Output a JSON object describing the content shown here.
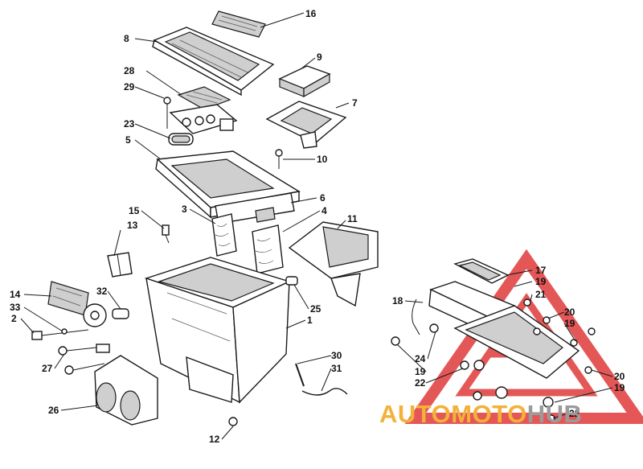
{
  "callouts": [
    {
      "id": "c16",
      "label": "16"
    },
    {
      "id": "c8",
      "label": "8"
    },
    {
      "id": "c9",
      "label": "9"
    },
    {
      "id": "c28",
      "label": "28"
    },
    {
      "id": "c29",
      "label": "29"
    },
    {
      "id": "c7",
      "label": "7"
    },
    {
      "id": "c23",
      "label": "23"
    },
    {
      "id": "c5",
      "label": "5"
    },
    {
      "id": "c10",
      "label": "10"
    },
    {
      "id": "c6",
      "label": "6"
    },
    {
      "id": "c15",
      "label": "15"
    },
    {
      "id": "c3",
      "label": "3"
    },
    {
      "id": "c4",
      "label": "4"
    },
    {
      "id": "c11",
      "label": "11"
    },
    {
      "id": "c13",
      "label": "13"
    },
    {
      "id": "c17",
      "label": "17"
    },
    {
      "id": "c19a",
      "label": "19"
    },
    {
      "id": "c21",
      "label": "21"
    },
    {
      "id": "c14",
      "label": "14"
    },
    {
      "id": "c32",
      "label": "32"
    },
    {
      "id": "c18",
      "label": "18"
    },
    {
      "id": "c25",
      "label": "25"
    },
    {
      "id": "c20a",
      "label": "20"
    },
    {
      "id": "c19b",
      "label": "19"
    },
    {
      "id": "c33",
      "label": "33"
    },
    {
      "id": "c2",
      "label": "2"
    },
    {
      "id": "c1",
      "label": "1"
    },
    {
      "id": "c24",
      "label": "24"
    },
    {
      "id": "c30",
      "label": "30"
    },
    {
      "id": "c27",
      "label": "27"
    },
    {
      "id": "c31",
      "label": "31"
    },
    {
      "id": "c19c",
      "label": "19"
    },
    {
      "id": "c22a",
      "label": "22"
    },
    {
      "id": "c20b",
      "label": "20"
    },
    {
      "id": "c19d",
      "label": "19"
    },
    {
      "id": "c26",
      "label": "26"
    },
    {
      "id": "c22b",
      "label": "22"
    },
    {
      "id": "c12",
      "label": "12"
    }
  ],
  "watermark": {
    "part_a": "AUTOMOTO",
    "part_b": "HUB",
    "color_a": "#f2b23a",
    "color_b": "#9b9b9b",
    "triangle_color": "#e03a3a"
  }
}
